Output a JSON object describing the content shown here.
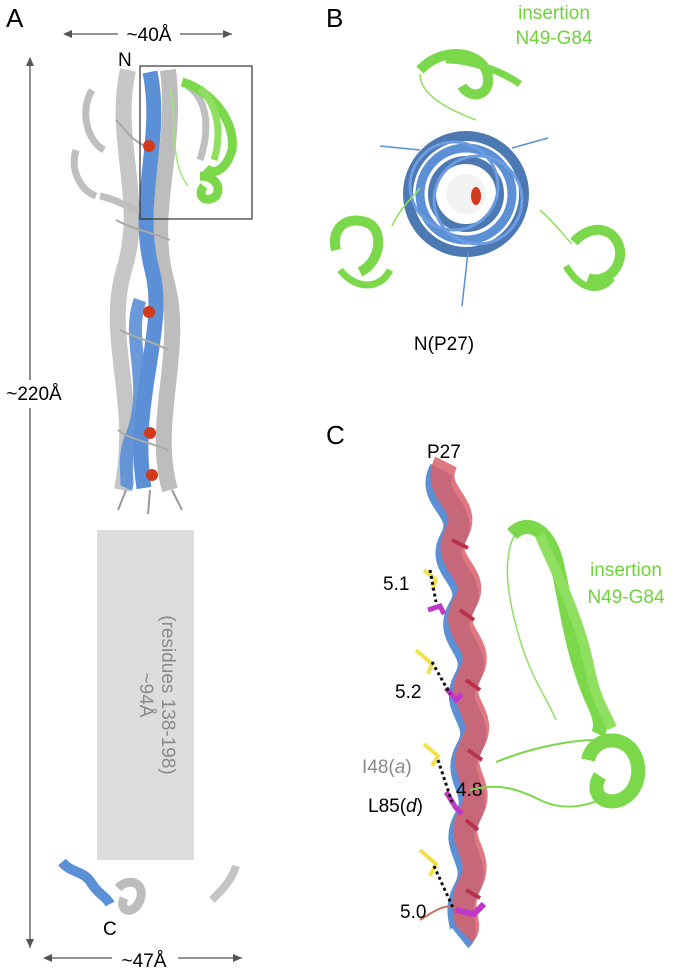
{
  "panels": {
    "a": {
      "letter": "A",
      "width_label": "~40Å",
      "height_label": "~220Å",
      "bottom_width_label": "~47Å",
      "n_label": "N",
      "c_label": "C",
      "box_line1": "~94Å",
      "box_line2": "(residues 138-198)"
    },
    "b": {
      "letter": "B",
      "insertion_line1": "insertion",
      "insertion_line2": "N49-G84",
      "n_label": "N(P27)"
    },
    "c": {
      "letter": "C",
      "p27": "P27",
      "insertion_line1": "insertion",
      "insertion_line2": "N49-G84",
      "d1": "5.1",
      "d2": "5.2",
      "d3": "4.8",
      "d4": "5.0",
      "res_i48_pre": "I48(",
      "res_i48_pos": "a",
      "res_i48_post": ")",
      "res_l85_pre": "L85(",
      "res_l85_pos": "d",
      "res_l85_post": ")"
    }
  },
  "colors": {
    "helix_grey": "#c8c8c8",
    "helix_blue": "#5b8fd6",
    "insertion_green": "#7ad84a",
    "helix_red": "#d9606a",
    "side_yellow": "#f2e24a",
    "side_magenta": "#c036c8",
    "box_grey": "#dddddd"
  }
}
